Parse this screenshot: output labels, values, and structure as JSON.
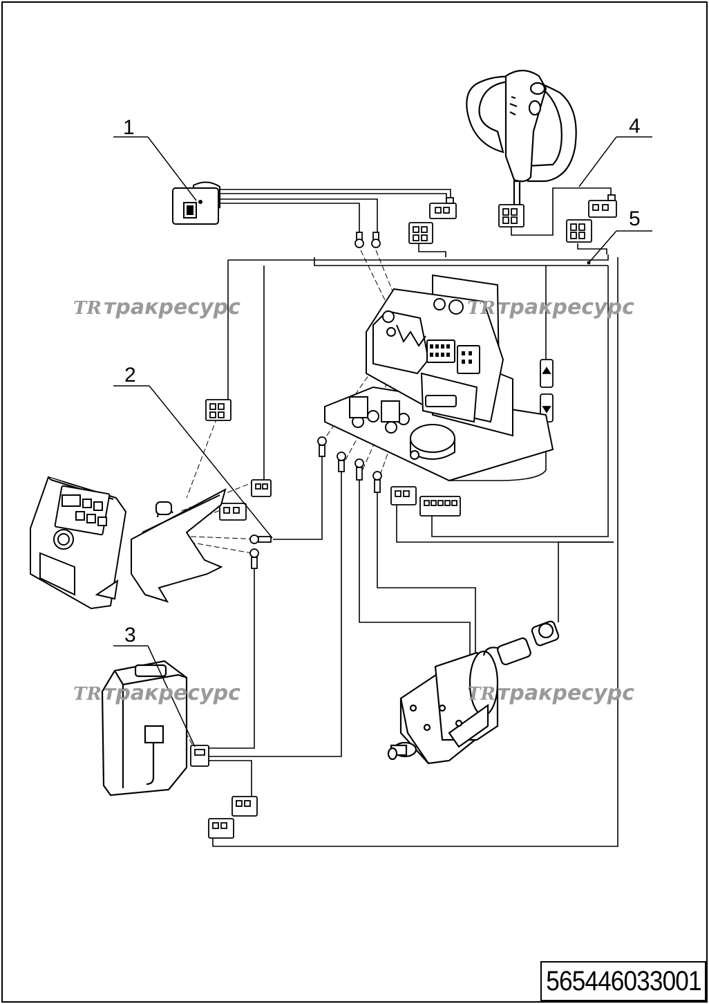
{
  "callouts": [
    "1",
    "2",
    "3",
    "4",
    "5"
  ],
  "watermark": {
    "logo": "TR",
    "text": "тракресурс"
  },
  "document_number": "565446033001",
  "components": [
    "key-switch",
    "control-panel",
    "battery-indicator",
    "tiller-handle",
    "wire-harness",
    "motor-controller",
    "drive-motor"
  ]
}
